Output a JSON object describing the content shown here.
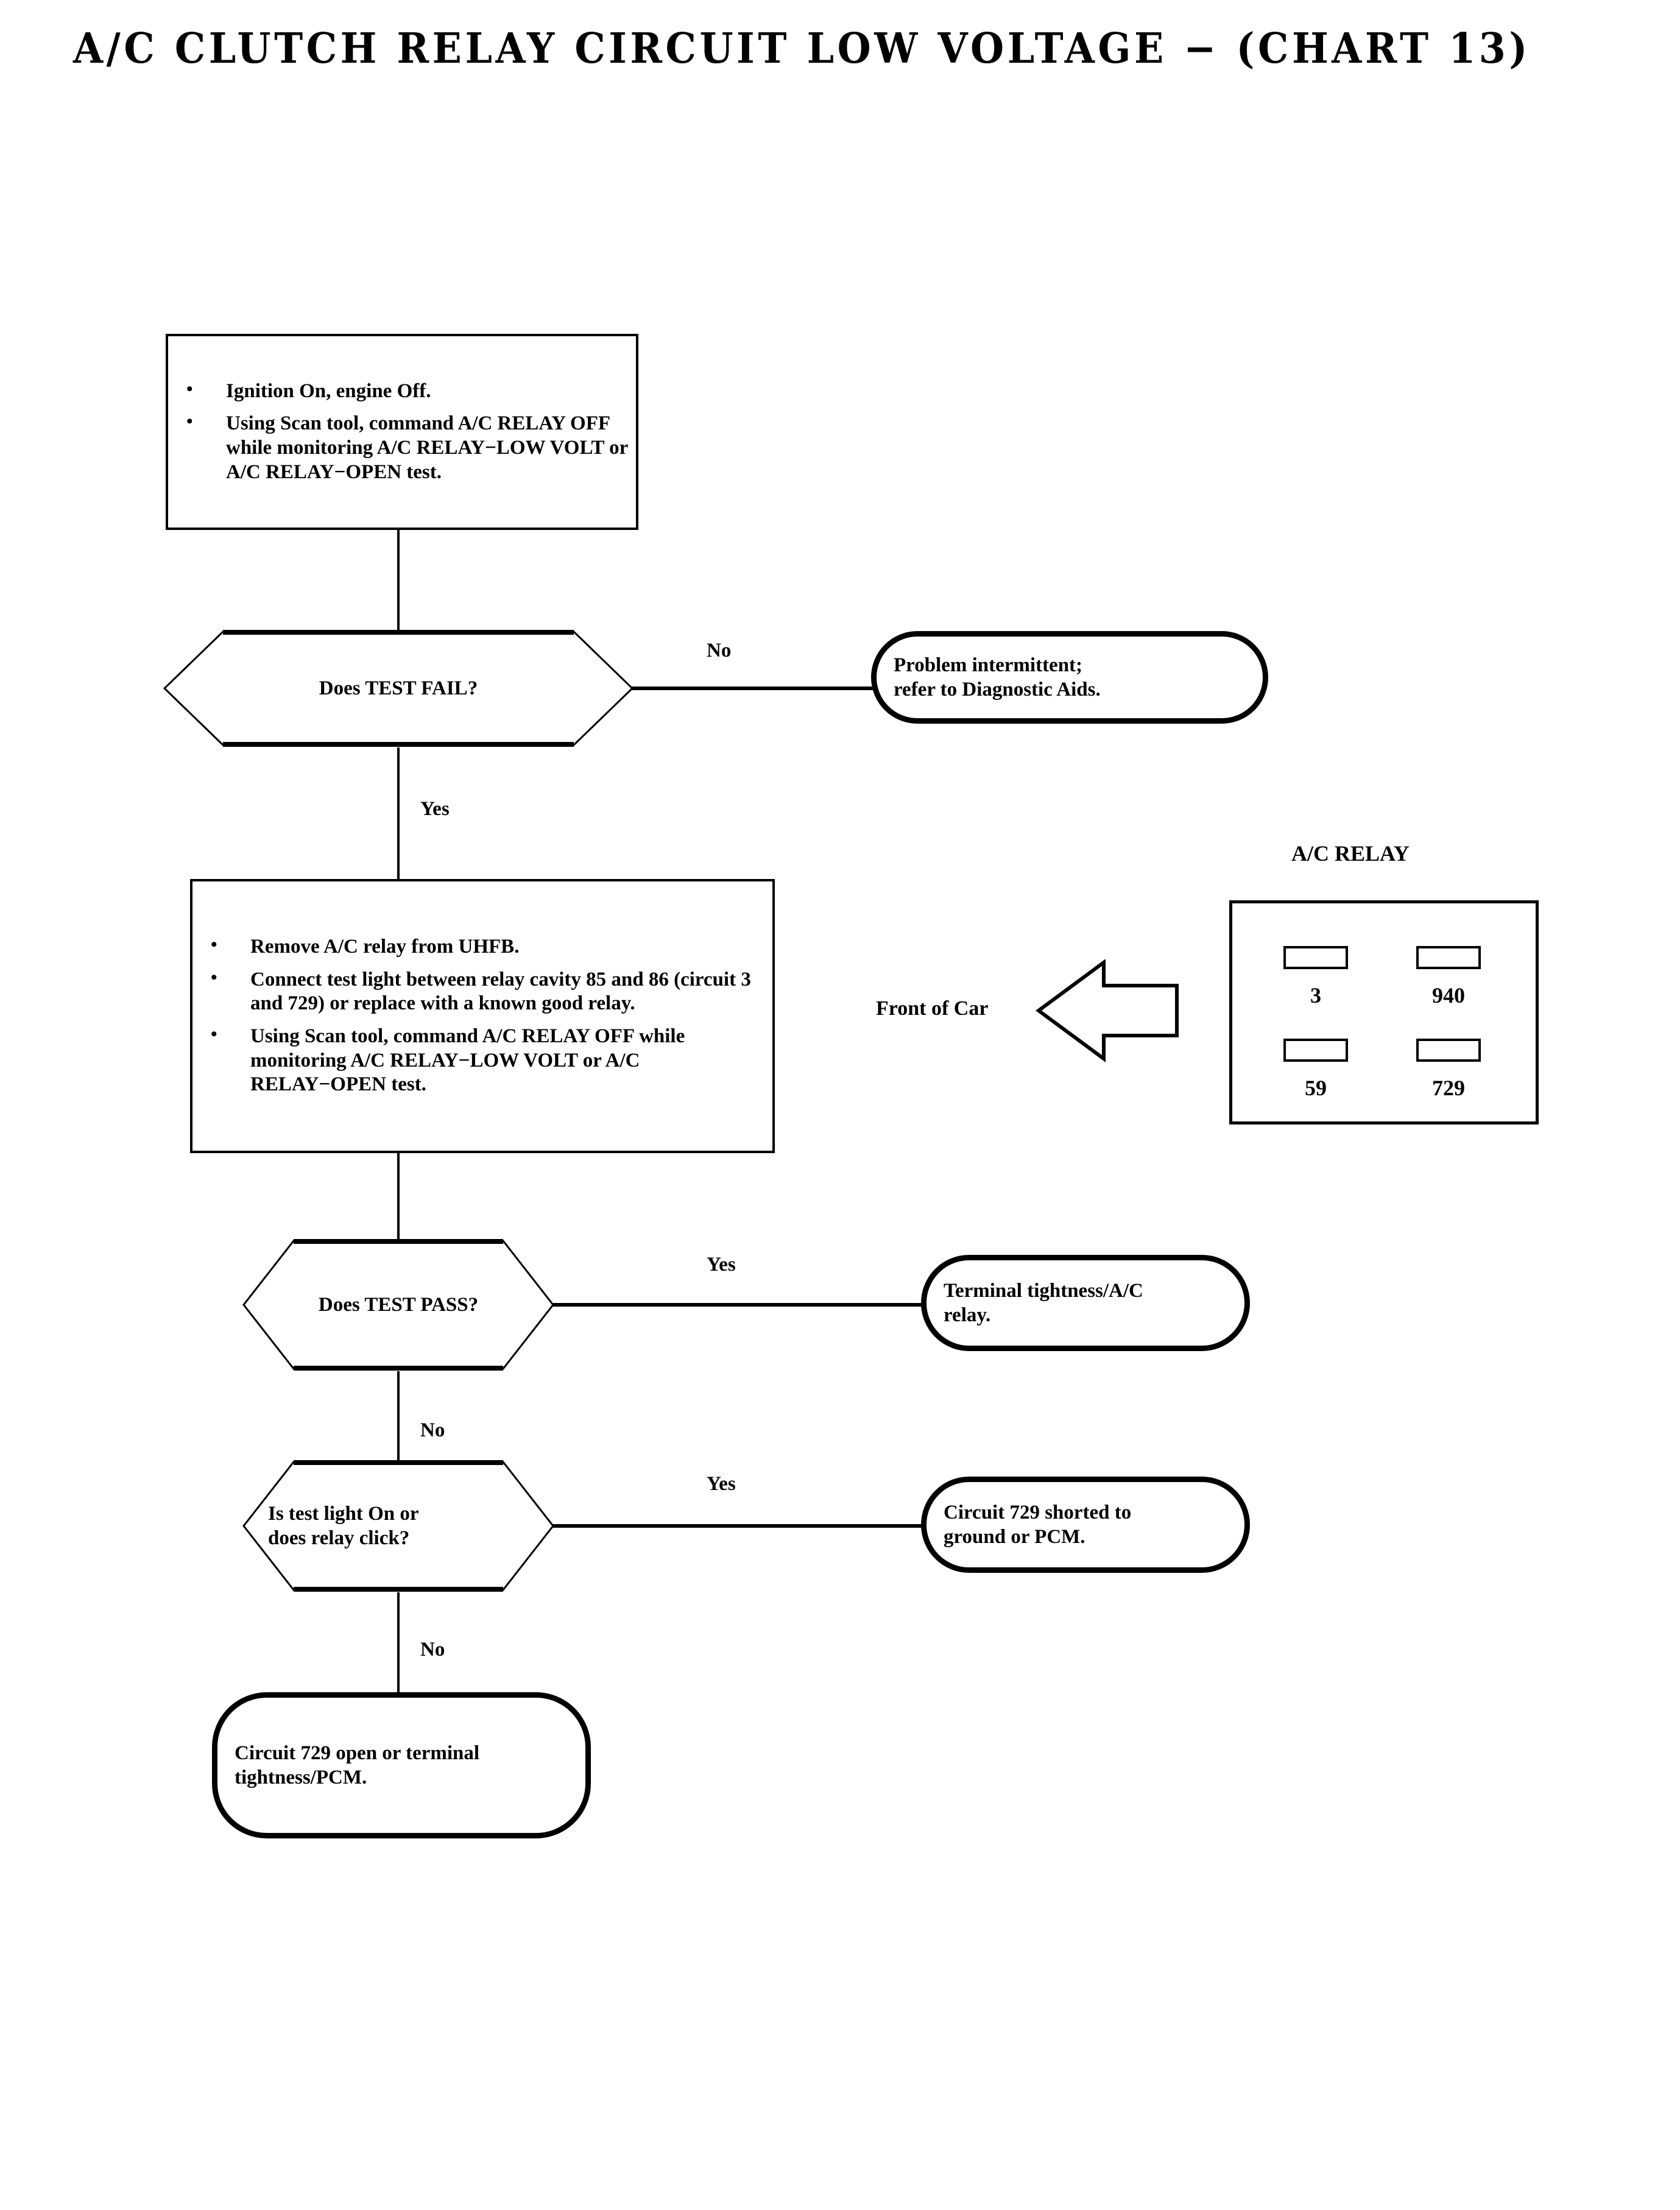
{
  "title": "A/C CLUTCH RELAY CIRCUIT LOW VOLTAGE − (CHART 13)",
  "colors": {
    "ink": "#000000",
    "paper": "#ffffff"
  },
  "chart_data": {
    "type": "diagram",
    "subtype": "flowchart",
    "title": "A/C CLUTCH RELAY CIRCUIT LOW VOLTAGE − (CHART 13)",
    "nodes": [
      {
        "id": "step1",
        "shape": "process",
        "bullets": [
          "Ignition On, engine Off.",
          "Using Scan tool, command A/C RELAY OFF while monitoring A/C RELAY−LOW VOLT or A/C RELAY−OPEN test."
        ]
      },
      {
        "id": "d1",
        "shape": "decision",
        "text": "Does TEST FAIL?"
      },
      {
        "id": "t1",
        "shape": "terminator",
        "lines": [
          "Problem intermittent;",
          "refer to Diagnostic Aids."
        ]
      },
      {
        "id": "step2",
        "shape": "process",
        "bullets": [
          "Remove A/C relay from UHFB.",
          "Connect test light between relay cavity 85 and 86 (circuit 3 and 729) or replace with a known good relay.",
          "Using Scan tool, command A/C RELAY OFF while monitoring A/C RELAY−LOW VOLT or A/C RELAY−OPEN test."
        ]
      },
      {
        "id": "d2",
        "shape": "decision",
        "text": "Does TEST PASS?"
      },
      {
        "id": "t2",
        "shape": "terminator",
        "lines": [
          "Terminal tightness/A/C",
          "relay."
        ]
      },
      {
        "id": "d3",
        "shape": "decision",
        "lines": [
          "Is test light On or",
          "does relay click?"
        ]
      },
      {
        "id": "t3",
        "shape": "terminator",
        "lines": [
          "Circuit 729 shorted to",
          "ground or PCM."
        ]
      },
      {
        "id": "t4",
        "shape": "terminator",
        "lines": [
          "Circuit 729 open or terminal",
          "tightness/PCM."
        ]
      }
    ],
    "edges": [
      {
        "from": "step1",
        "to": "d1",
        "label": ""
      },
      {
        "from": "d1",
        "to": "t1",
        "label": "No"
      },
      {
        "from": "d1",
        "to": "step2",
        "label": "Yes"
      },
      {
        "from": "step2",
        "to": "d2",
        "label": ""
      },
      {
        "from": "d2",
        "to": "t2",
        "label": "Yes"
      },
      {
        "from": "d2",
        "to": "d3",
        "label": "No"
      },
      {
        "from": "d3",
        "to": "t3",
        "label": "Yes"
      },
      {
        "from": "d3",
        "to": "t4",
        "label": "No"
      }
    ],
    "inset": {
      "title": "A/C RELAY",
      "orientation_label": "Front of Car",
      "orientation_arrow": "left-arrow",
      "terminals": [
        {
          "position": "top-left",
          "label": "3"
        },
        {
          "position": "top-right",
          "label": "940"
        },
        {
          "position": "bottom-left",
          "label": "59"
        },
        {
          "position": "bottom-right",
          "label": "729"
        }
      ]
    }
  },
  "step1": {
    "b1": "Ignition On, engine Off.",
    "b2": "Using Scan tool, command A/C RELAY OFF while monitoring A/C RELAY−LOW VOLT or A/C RELAY−OPEN test."
  },
  "decision1": {
    "text": "Does TEST FAIL?"
  },
  "terminator1": {
    "line1": "Problem intermittent;",
    "line2": "refer to Diagnostic Aids."
  },
  "step2": {
    "b1": "Remove A/C relay from UHFB.",
    "b2": "Connect test light between relay cavity 85 and 86 (circuit 3 and 729) or replace with a known good relay.",
    "b3": "Using Scan tool, command A/C RELAY OFF while monitoring A/C RELAY−LOW VOLT or A/C RELAY−OPEN test."
  },
  "decision2": {
    "text": "Does TEST PASS?"
  },
  "terminator2": {
    "line1": "Terminal tightness/A/C",
    "line2": "relay."
  },
  "decision3": {
    "line1": "Is test light On or",
    "line2": "does relay click?"
  },
  "terminator3": {
    "line1": "Circuit 729 shorted to",
    "line2": "ground or PCM."
  },
  "terminator4": {
    "line1": "Circuit 729 open or terminal",
    "line2": "tightness/PCM."
  },
  "edge_labels": {
    "d1_no": "No",
    "d1_yes": "Yes",
    "d2_yes": "Yes",
    "d2_no": "No",
    "d3_yes": "Yes",
    "d3_no": "No"
  },
  "relay": {
    "title": "A/C RELAY",
    "front_of_car": "Front of Car",
    "t_top_left": "3",
    "t_top_right": "940",
    "t_bottom_left": "59",
    "t_bottom_right": "729"
  }
}
